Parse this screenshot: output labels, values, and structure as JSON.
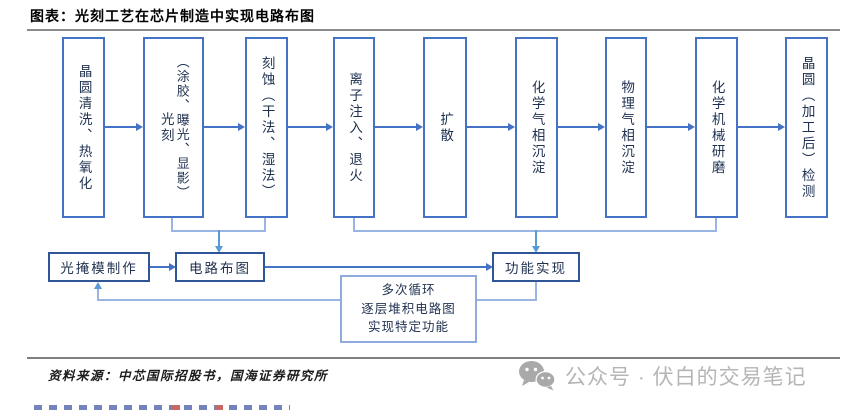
{
  "title": {
    "text": "图表：光刻工艺在芯片制造中实现电路布图"
  },
  "flow": {
    "steps": [
      {
        "label": "晶圆清洗、热氧化"
      },
      {
        "label": "光刻",
        "sub": "（涂胶、曝光、显影）"
      },
      {
        "label": "刻蚀（干法、湿法）"
      },
      {
        "label": "离子注入、退火"
      },
      {
        "label": "扩散"
      },
      {
        "label": "化学气相沉淀"
      },
      {
        "label": "物理气相沉淀"
      },
      {
        "label": "化学机械研磨"
      },
      {
        "label": "晶圆（加工后）检测"
      }
    ],
    "bottom": {
      "mask": "光掩模制作",
      "layout": "电路布图",
      "function": "功能实现",
      "loop_note_lines": [
        "多次循环",
        "逐层堆积电路图",
        "实现特定功能"
      ]
    }
  },
  "footer": {
    "source": "资料来源：中芯国际招股书，国海证券研究所",
    "watermark": "公众号 · 伏白的交易笔记"
  },
  "colors": {
    "process_box_border": "#4472C4",
    "bottom_box_border": "#2F5597",
    "note_box_border": "#8FAADC",
    "connector_line": "#9AB5E4",
    "arrow": "#4472C4",
    "arrow_accent": "#5B9BD5",
    "box_text": "#1F3050",
    "title_rule": "#8C8C8C",
    "watermark_text": "#B5B5B5"
  }
}
